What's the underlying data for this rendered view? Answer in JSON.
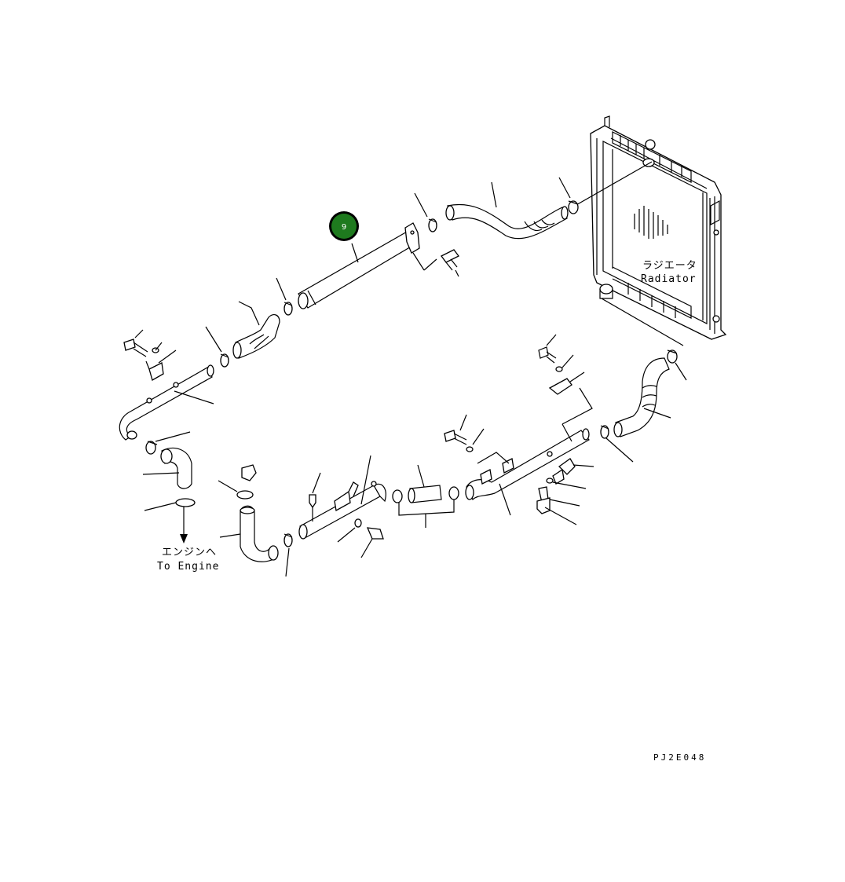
{
  "diagram": {
    "figure_code": "PJ2E048",
    "labels": {
      "radiator_jp": "ラジエータ",
      "radiator_en": "Radiator",
      "engine_jp": "エンジンへ",
      "engine_en": "To Engine"
    },
    "callouts": [
      {
        "number": "9",
        "color": "#1e7a1e",
        "ring_color": "#000000"
      }
    ]
  }
}
